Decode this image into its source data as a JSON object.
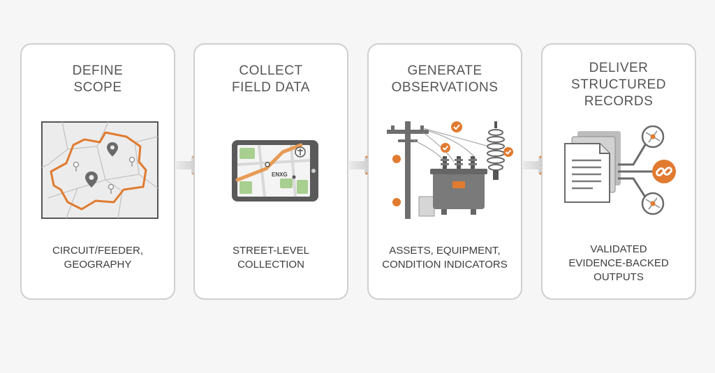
{
  "steps": [
    {
      "title": [
        "DEFINE",
        "SCOPE"
      ],
      "caption": [
        "CIRCUIT/FEEDER,",
        "GEOGRAPHY"
      ]
    },
    {
      "title": [
        "COLLECT",
        "FIELD DATA"
      ],
      "caption": [
        "STREET-LEVEL",
        "COLLECTION"
      ],
      "tablet_label": "ENXG"
    },
    {
      "title": [
        "GENERATE",
        "OBSERVATIONS"
      ],
      "caption": [
        "ASSETS, EQUIPMENT,",
        "CONDITION INDICATORS"
      ]
    },
    {
      "title": [
        "DELIVER",
        "STRUCTURED",
        "RECORDS"
      ],
      "caption": [
        "VALIDATED",
        "EVIDENCE-BACKED",
        "OUTPUTS"
      ]
    }
  ],
  "colors": {
    "accent": "#e07b30",
    "card_border": "#cfcfcf",
    "text": "#3c3c3c",
    "title_text": "#555555",
    "icon_gray": "#6a6a6a"
  }
}
